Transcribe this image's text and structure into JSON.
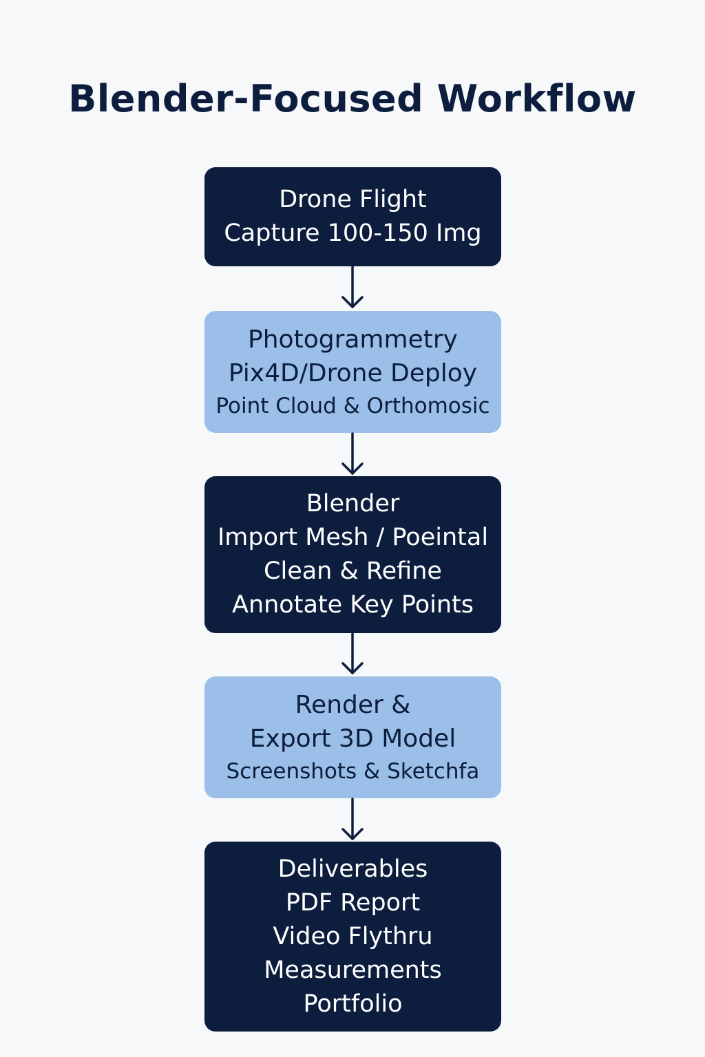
{
  "title": "Blender-Focused Workflow",
  "steps": [
    {
      "lines": [
        "Drone Flight",
        "Capture 100-150 Img"
      ]
    },
    {
      "lines": [
        "Photogrammetry",
        "Pix4D/Drone Deploy",
        "Point Cloud & Orthomosic"
      ]
    },
    {
      "lines": [
        "Blender",
        "Import Mesh / Poeintal",
        "Clean & Refine",
        "Annotate Key Points"
      ]
    },
    {
      "lines": [
        "Render &",
        "Export 3D Model",
        "Screenshots & Sketchfa"
      ]
    },
    {
      "lines": [
        "Deliverables",
        "PDF Report",
        "Video Flythru",
        "Measurements",
        "Portfolio"
      ]
    }
  ],
  "colors": {
    "dark_box": "#0c1d3d",
    "light_box": "#9bbfe8",
    "arrow": "#0c1d3d",
    "background": "#f7f8fa"
  }
}
